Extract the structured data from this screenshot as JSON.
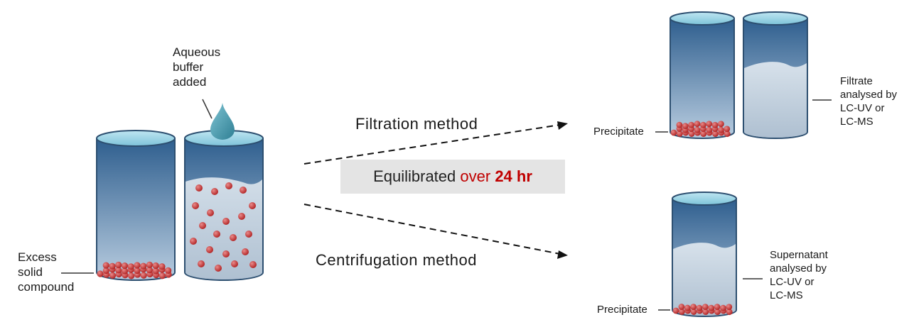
{
  "labels": {
    "aqueous_buffer": [
      "Aqueous",
      "buffer",
      "added"
    ],
    "excess_solid": [
      "Excess",
      "solid",
      "compound"
    ],
    "filtration_method": "Filtration method",
    "centrifugation_method": "Centrifugation method",
    "precipitate_top": "Precipitate",
    "precipitate_bottom": "Precipitate",
    "filtrate": [
      "Filtrate",
      "analysed by",
      "LC-UV or",
      "LC-MS"
    ],
    "supernatant": [
      "Supernatant",
      "analysed by",
      "LC-UV or",
      "LC-MS"
    ]
  },
  "equilibration": {
    "prefix": "Equilibrated",
    "middle": "over",
    "duration": "24 hr"
  },
  "colors": {
    "tube_blue": "#3b6e9c",
    "liquid": "#c9d6e3",
    "particle": "#c0392b",
    "highlight_red": "#c00000",
    "label_box": "#e4e4e4"
  }
}
